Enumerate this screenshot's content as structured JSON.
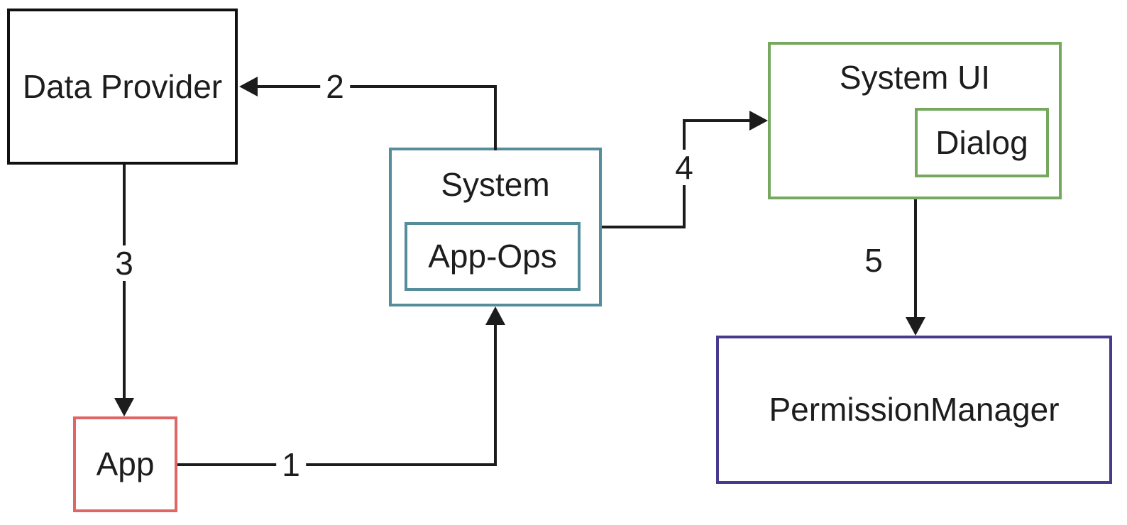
{
  "diagram": {
    "background_color": "#ffffff",
    "arrow_color": "#1c1c1c",
    "nodes": {
      "data_provider": {
        "label": "Data Provider",
        "border_color": "#111111"
      },
      "app": {
        "label": "App",
        "border_color": "#e06666"
      },
      "system": {
        "label": "System",
        "border_color": "#568d9b"
      },
      "app_ops": {
        "label": "App-Ops",
        "border_color": "#568d9b",
        "parent": "system"
      },
      "system_ui": {
        "label": "System UI",
        "border_color": "#76a85f"
      },
      "dialog": {
        "label": "Dialog",
        "border_color": "#76a85f",
        "parent": "system_ui"
      },
      "permission_manager": {
        "label": "PermissionManager",
        "border_color": "#473a8c"
      }
    },
    "edges": [
      {
        "label": "1",
        "from": "app",
        "to": "system",
        "direction": "right-then-up"
      },
      {
        "label": "2",
        "from": "system",
        "to": "data_provider",
        "direction": "up-then-left"
      },
      {
        "label": "3",
        "from": "data_provider",
        "to": "app",
        "direction": "down"
      },
      {
        "label": "4",
        "from": "system",
        "to": "system_ui",
        "direction": "right-up-right"
      },
      {
        "label": "5",
        "from": "system_ui",
        "to": "permission_manager",
        "direction": "down"
      }
    ]
  }
}
